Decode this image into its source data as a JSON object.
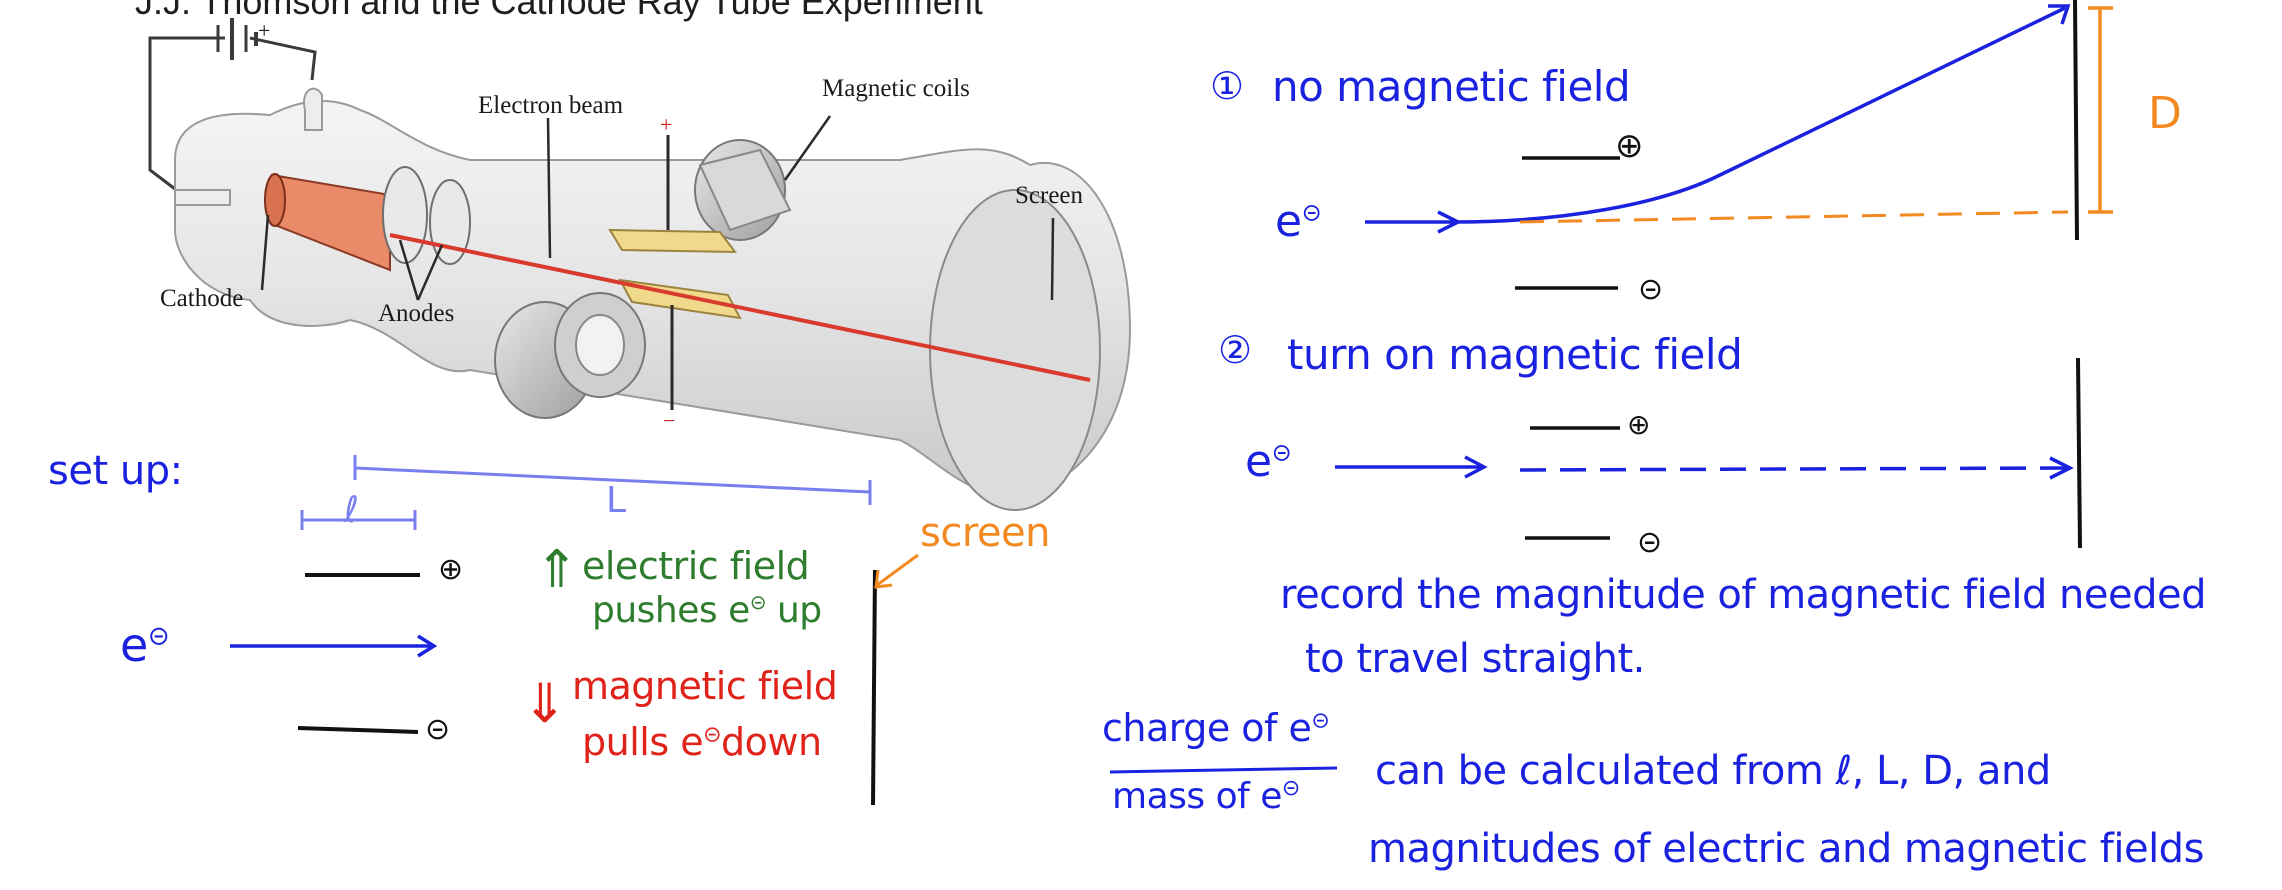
{
  "title": "J.J. Thomson and the Cathode Ray Tube Experiment",
  "tube_diagram": {
    "labels": {
      "electron_beam": "Electron beam",
      "magnetic_coils": "Magnetic coils",
      "screen": "Screen",
      "cathode": "Cathode",
      "anodes": "Anodes",
      "plus": "+",
      "minus": "−"
    }
  },
  "setup": {
    "heading": "set up:",
    "small_length": "ℓ",
    "large_length": "L",
    "electron": "e",
    "electron_sign": "⊝",
    "plus_plate": "⊕",
    "minus_plate": "⊝",
    "screen_label": "screen",
    "electric_line1": "electric field",
    "electric_line2": "pushes e",
    "electric_line2_end": "up",
    "magnetic_line1": "magnetic field",
    "magnetic_line2": "pulls e",
    "magnetic_line2_end": "down",
    "up_arrow": "⇑",
    "down_arrow": "⇓"
  },
  "step1": {
    "number": "①",
    "text": "no magnetic field",
    "electron": "e",
    "electron_sign": "⊝",
    "plus_plate": "⊕",
    "minus_plate": "⊝",
    "deflection": "D"
  },
  "step2": {
    "number": "②",
    "text": "turn on magnetic field",
    "electron": "e",
    "electron_sign": "⊝",
    "plus_plate": "⊕",
    "minus_plate": "⊝"
  },
  "record": {
    "line1": "record the magnitude of magnetic field needed",
    "line2": "to travel straight."
  },
  "ratio": {
    "numerator": "charge of e",
    "denominator": "mass of e",
    "sign": "⊝",
    "line1": "can be calculated from  ℓ, L, D, and",
    "line2": "magnitudes of electric and magnetic fields"
  },
  "colors": {
    "handwriting_blue": "#1a22e0",
    "electric_green": "#2e7d2e",
    "magnetic_red": "#e0231a",
    "screen_orange": "#f28a21",
    "beam_red": "#d83a2e",
    "plate_yellow": "#f0d98a",
    "cathode_orange": "#e98a68",
    "dimension_lavender": "#7a7ff0"
  }
}
